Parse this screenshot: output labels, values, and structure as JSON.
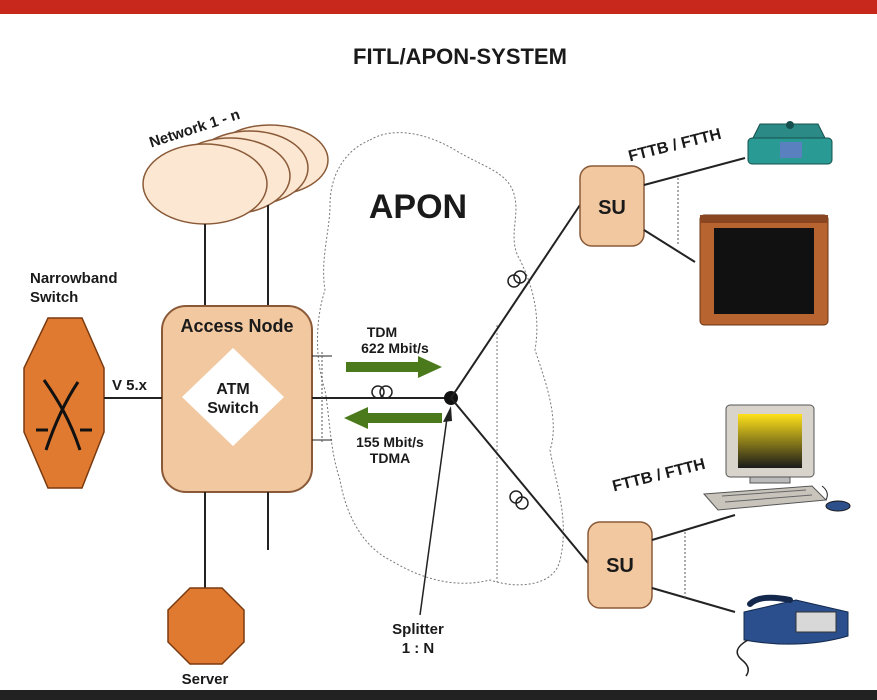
{
  "title": "FITL/APON-SYSTEM",
  "labels": {
    "network": "Network 1 - n",
    "apon": "APON",
    "narrowband_line1": "Narrowband",
    "narrowband_line2": "Switch",
    "access_node": "Access Node",
    "atm_line1": "ATM",
    "atm_line2": "Switch",
    "v5x": "V 5.x",
    "tdm": "TDM",
    "downstream_rate": "622 Mbit/s",
    "upstream_rate": "155 Mbit/s",
    "tdma": "TDMA",
    "splitter_line1": "Splitter",
    "splitter_line2": "1 : N",
    "server": "Server",
    "su_top": "SU",
    "su_bottom": "SU",
    "fttb_top": "FTTB / FTTH",
    "fttb_bottom": "FTTB / FTTH"
  },
  "colors": {
    "header_bar": "#c8281c",
    "node_fill": "#f2c8a0",
    "node_stroke": "#8a5a38",
    "switch_fill": "#e07a30",
    "arrow_green": "#4a7a1c",
    "cloud_fill": "#fbe7d2"
  },
  "icons": [
    "telephone-icon",
    "tv-icon",
    "computer-icon",
    "telephone-icon"
  ]
}
